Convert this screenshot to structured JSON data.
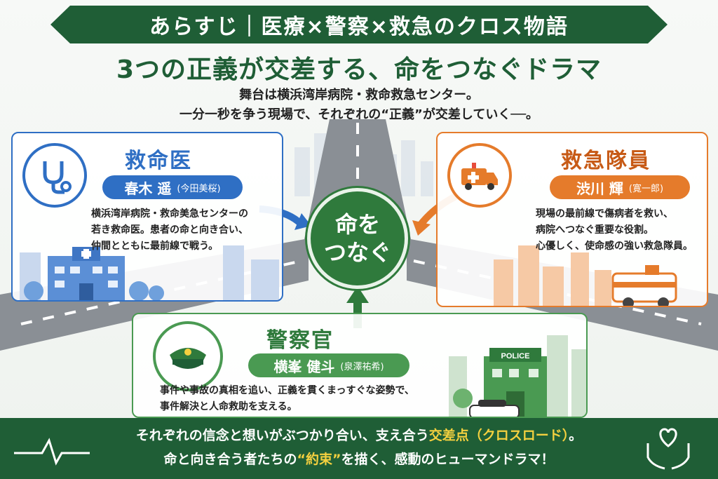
{
  "header": {
    "banner": "あらすじ｜医療×警察×救急のクロス物語",
    "headline": "3つの正義が交差する、命をつなぐドラマ",
    "lead_line1": "舞台は横浜湾岸病院・救命救急センター。",
    "lead_line2": "一分一秒を争う現場で、それぞれの“正義”が交差していく──。"
  },
  "center": {
    "line1": "命を",
    "line2": "つなぐ"
  },
  "characters": {
    "doctor": {
      "role": "救命医",
      "name": "春木 遥",
      "actor": "(今田美桜)",
      "desc": [
        "横浜湾岸病院・救命美急センターの",
        "若き救命医。患者の命と向き合い、",
        "仲間とともに最前線で戦う。"
      ],
      "icon": "stethoscope-icon",
      "color": "#2f6fc4"
    },
    "paramedic": {
      "role": "救急隊員",
      "name": "渋川 輝",
      "actor": "(寛一郎)",
      "desc": [
        "現場の最前線で傷病者を救い、",
        "病院へつなぐ重要な役割。",
        "心優しく、使命感の強い救急隊員。"
      ],
      "icon": "ambulance-icon",
      "color": "#e57b2b"
    },
    "police": {
      "role": "警察官",
      "name": "横峯 健斗",
      "actor": "(泉澤祐希)",
      "desc": [
        "事件や事故の真相を追い、正義を貫くまっすぐな姿勢で、",
        "事件解決と人命救助を支える。"
      ],
      "icon": "police-cap-icon",
      "color": "#4a9a52",
      "station_sign": "POLICE"
    }
  },
  "footer": {
    "line1_pre": "それぞれの信念と想いがぶつかり合い、支え合う",
    "line1_hl": "交差点（クロスロード）",
    "line1_post": "。",
    "line2_pre": "命と向き合う者たちの",
    "line2_hl": "“約束”",
    "line2_post": "を描く、感動のヒューマンドラマ！",
    "left_icon": "heartbeat-line-icon",
    "right_icon": "heart-hands-icon"
  },
  "colors": {
    "brand": "#1f5e36",
    "doctor": "#2f6fc4",
    "paramedic": "#e57b2b",
    "police": "#4a9a52",
    "highlight": "#f4d03f"
  }
}
